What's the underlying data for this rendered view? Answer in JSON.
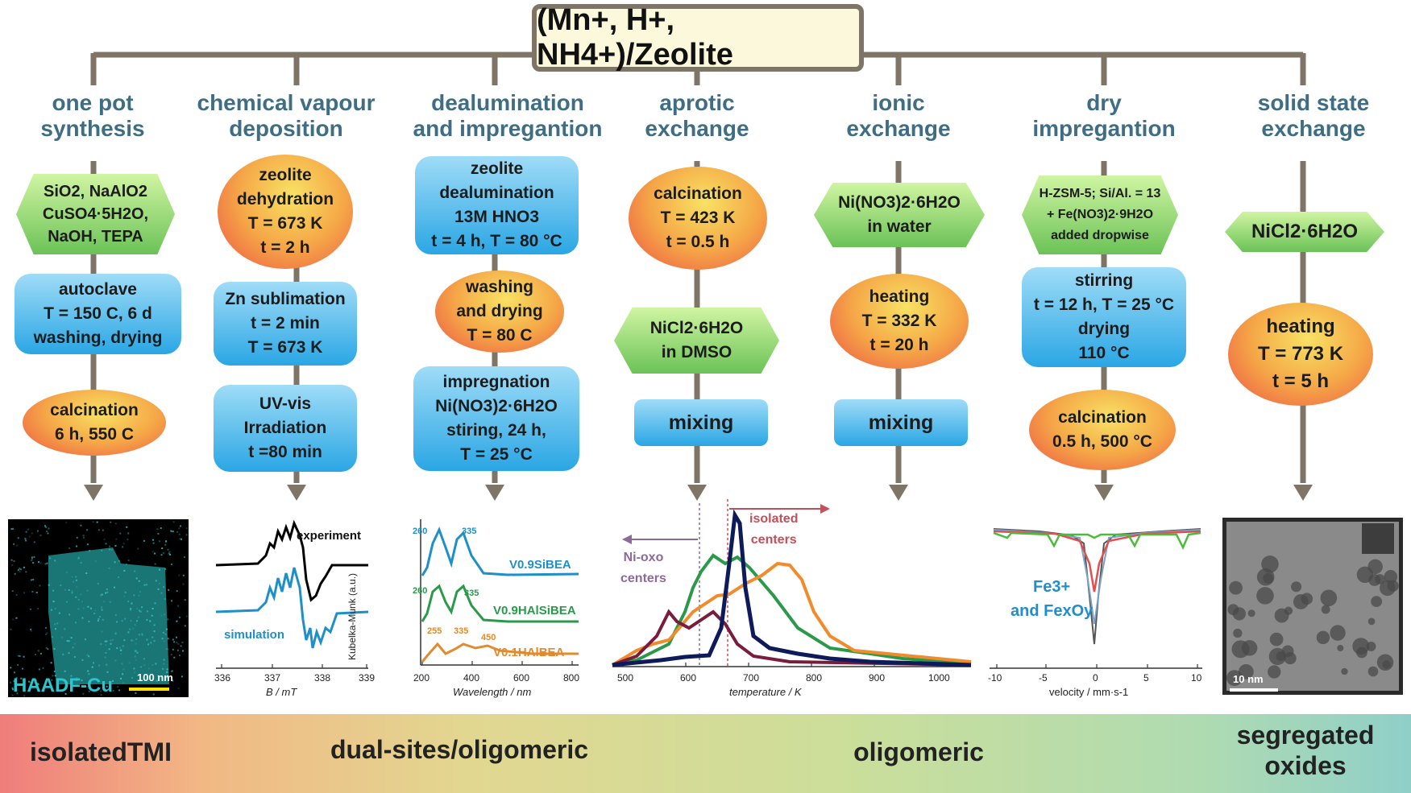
{
  "title": "(Mn+, H+, NH4+)/Zeolite",
  "methods": [
    {
      "name": "one pot synthesis",
      "line1": "one pot",
      "line2": "synthesis"
    },
    {
      "name": "chemical vapour deposition",
      "line1": "chemical vapour",
      "line2": "deposition"
    },
    {
      "name": "dealumination and impregantion",
      "line1": "dealumination",
      "line2": "and impregantion"
    },
    {
      "name": "aprotic exchange",
      "line1": "aprotic",
      "line2": "exchange"
    },
    {
      "name": "ionic exchange",
      "line1": "ionic",
      "line2": "exchange"
    },
    {
      "name": "dry impregantion",
      "line1": "dry",
      "line2": "impregantion"
    },
    {
      "name": "solid state exchange",
      "line1": "solid state",
      "line2": "exchange"
    }
  ],
  "steps": {
    "onepot_reagents": [
      "SiO2, NaAlO2",
      "CuSO4·5H2O,",
      "NaOH, TEPA"
    ],
    "onepot_autoclave": [
      "autoclave",
      "T = 150 C, 6 d",
      "washing, drying"
    ],
    "onepot_calc": [
      "calcination",
      "6 h, 550 C"
    ],
    "cvd_dehyd": [
      "zeolite",
      "dehydration",
      "T = 673 K",
      "t = 2 h"
    ],
    "cvd_zn": [
      "Zn sublimation",
      "t = 2 min",
      "T = 673 K"
    ],
    "cvd_uv": [
      "UV-vis",
      "Irradiation",
      "t =80 min"
    ],
    "deal_step": [
      "zeolite",
      "dealumination",
      "13M HNO3",
      "t = 4 h, T = 80 °C"
    ],
    "deal_wash": [
      "washing",
      "and drying",
      "T = 80 C"
    ],
    "deal_imp": [
      "impregnation",
      "Ni(NO3)2·6H2O",
      "stiring, 24 h,",
      "T = 25 °C"
    ],
    "aprotic_calc": [
      "calcination",
      "T = 423 K",
      "t = 0.5 h"
    ],
    "aprotic_reag": [
      "NiCl2·6H2O",
      "in DMSO"
    ],
    "aprotic_mix": [
      "mixing"
    ],
    "ionic_reag": [
      "Ni(NO3)2·6H2O",
      "in water"
    ],
    "ionic_heat": [
      "heating",
      "T = 332 K",
      "t = 20 h"
    ],
    "ionic_mix": [
      "mixing"
    ],
    "dry_reag": [
      "H-ZSM-5; Si/Al. = 13",
      "+ Fe(NO3)2·9H2O",
      "added dropwise"
    ],
    "dry_stir": [
      "stirring",
      "t = 12 h, T = 25 °C",
      "drying",
      "110 °C"
    ],
    "dry_calc": [
      "calcination",
      "0.5 h, 500 °C"
    ],
    "solid_reag": [
      "NiCl2·6H2O"
    ],
    "solid_heat": [
      "heating",
      "T = 773 K",
      "t = 5 h"
    ]
  },
  "panels": {
    "haadf": {
      "label": "HAADF-Cu",
      "scale": "100 nm"
    },
    "epr": {
      "experiment": "experiment",
      "simulation": "simulation",
      "xlabel": "B / mT",
      "ticks": [
        "336",
        "337",
        "338",
        "339"
      ]
    },
    "uvvis": {
      "ylabel": "Kubelka-Munk (a.u.)",
      "xlabel": "Wavelength / nm",
      "ticks": [
        "200",
        "400",
        "600",
        "800"
      ],
      "series": [
        "V0.9SiBEA",
        "V0.9HAlSiBEA",
        "V0.1HAlBEA"
      ],
      "peaks": [
        "260",
        "335",
        "260",
        "335",
        "255",
        "335",
        "450"
      ]
    },
    "tpr": {
      "xlabel": "temperature / K",
      "ticks": [
        "500",
        "600",
        "700",
        "800",
        "900",
        "1000"
      ],
      "left_label": [
        "Ni-oxo",
        "centers"
      ],
      "right_label": [
        "isolated",
        "centers"
      ]
    },
    "moss": {
      "xlabel": "velocity / mm·s-1",
      "ticks": [
        "-10",
        "-5",
        "0",
        "5",
        "10"
      ],
      "label1": "Fe3+",
      "label2": "and FexOy"
    },
    "tem": {
      "scale": "10 nm"
    }
  },
  "bands": {
    "isolated": "isolatedTMI",
    "dual": "dual-sites/oligomeric",
    "oligomeric": "oligomeric",
    "segregated": [
      "segregated",
      "oxides"
    ]
  },
  "colors": {
    "connector": "#7e7566",
    "method_text": "#3f6d84",
    "uv1": "#1f8fc9",
    "uv2": "#2a9a4a",
    "uv3": "#e38a2c"
  }
}
